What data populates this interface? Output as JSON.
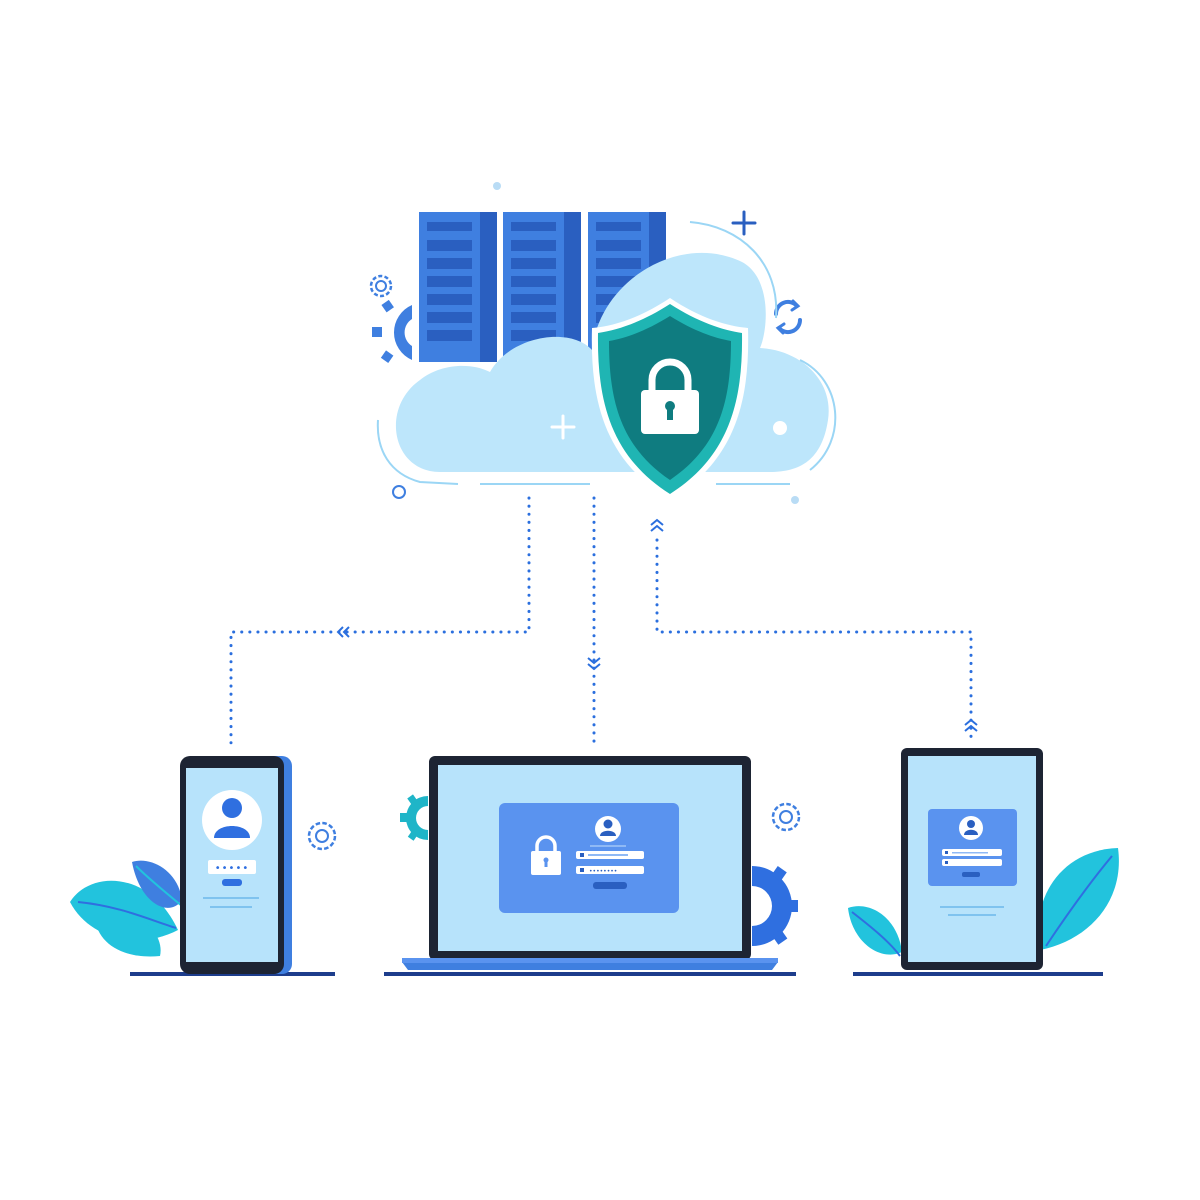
{
  "illustration": {
    "subject": "",
    "colors": {
      "cloud": "#bde6fb",
      "cloud_outline": "#9bd6f5",
      "server": "#3f7fe0",
      "server_dark": "#2a5fc0",
      "shield": "#0f7c80",
      "shield_rim": "#1fb5b3",
      "connector": "#2b6fde",
      "device_frame": "#1d2433",
      "screen": "#b7e3fb",
      "login_panel": "#5a93ef",
      "leaf": "#22c3dd",
      "leaf_blue": "#2f6fe0",
      "ground": "#1d3d8c"
    },
    "icons": [
      "server-rack-icon",
      "cloud-icon",
      "shield-lock-icon",
      "padlock-icon",
      "gear-icon",
      "sync-arrows-icon",
      "user-avatar-icon",
      "smartphone-icon",
      "laptop-icon",
      "tablet-icon",
      "leaf-icon"
    ],
    "devices": [
      "smartphone",
      "laptop",
      "tablet"
    ],
    "password_mask": "•••••",
    "field_mask": "••••••••"
  }
}
